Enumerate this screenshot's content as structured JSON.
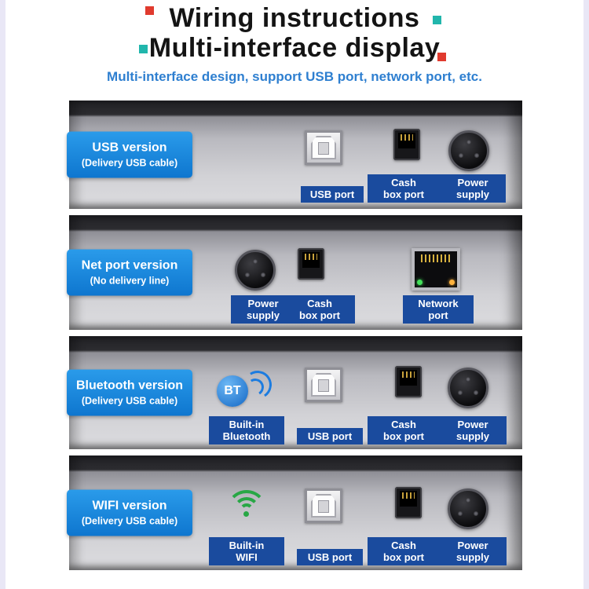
{
  "header": {
    "title_line1": "Wiring instructions",
    "title_line2": "Multi-interface display",
    "subtitle": "Multi-interface design, support USB port, network port, etc."
  },
  "colors": {
    "accent_red": "#e03a2e",
    "accent_teal": "#21b6ac",
    "version_box_blue": "#1687d9",
    "port_label_blue": "#1a4b9e",
    "subtitle_blue": "#2e7fd0",
    "wifi_green": "#28a745",
    "bluetooth_blue": "#1c7ce0"
  },
  "rows": [
    {
      "version": "USB version",
      "note": "(Delivery USB cable)",
      "labels": [
        {
          "line1": "USB port",
          "line2": ""
        },
        {
          "line1": "Cash",
          "line2": "box port"
        },
        {
          "line1": "Power",
          "line2": "supply"
        }
      ]
    },
    {
      "version": "Net port version",
      "note": "(No delivery line)",
      "labels": [
        {
          "line1": "Power",
          "line2": "supply"
        },
        {
          "line1": "Cash",
          "line2": "box port"
        },
        {
          "line1": "Network",
          "line2": "port"
        }
      ]
    },
    {
      "version": "Bluetooth version",
      "note": "(Delivery USB cable)",
      "icon_text": "BT",
      "labels": [
        {
          "line1": "Built-in",
          "line2": "Bluetooth"
        },
        {
          "line1": "USB port",
          "line2": ""
        },
        {
          "line1": "Cash",
          "line2": "box port"
        },
        {
          "line1": "Power",
          "line2": "supply"
        }
      ]
    },
    {
      "version": "WIFI version",
      "note": "(Delivery USB cable)",
      "labels": [
        {
          "line1": "Built-in",
          "line2": "WIFI"
        },
        {
          "line1": "USB port",
          "line2": ""
        },
        {
          "line1": "Cash",
          "line2": "box port"
        },
        {
          "line1": "Power",
          "line2": "supply"
        }
      ]
    }
  ]
}
